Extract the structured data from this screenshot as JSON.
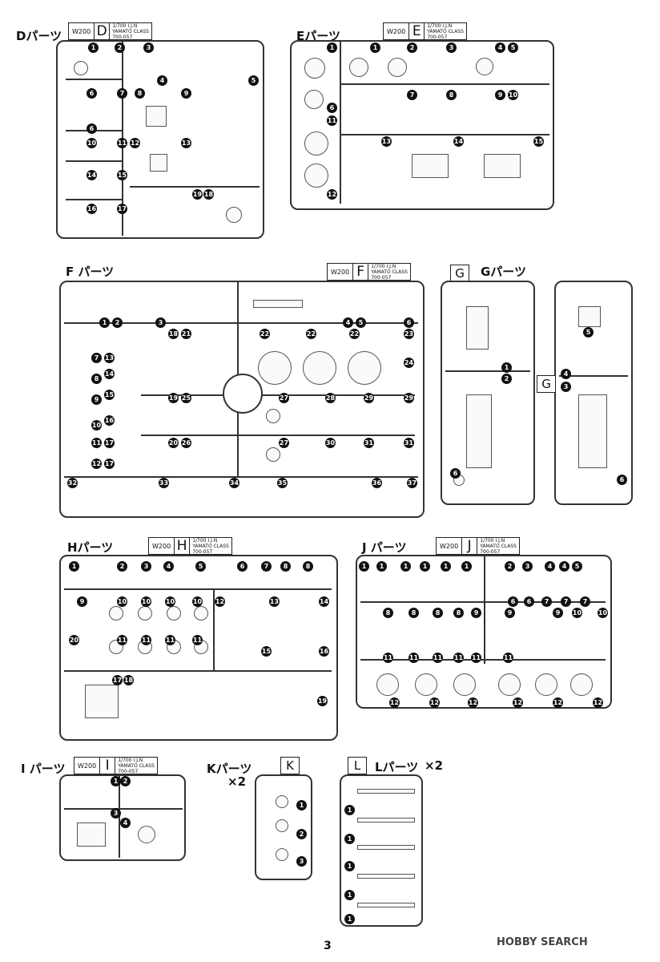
{
  "sections": {
    "d": {
      "title": "Dパーツ",
      "tag": {
        "w": "W200",
        "letter": "D",
        "text": "1/700 I.J.N\nYAMATO CLASS\n700-057"
      },
      "numbers": [
        "1",
        "2",
        "3",
        "4",
        "5",
        "6",
        "7",
        "8",
        "9",
        "6",
        "10",
        "11",
        "12",
        "13",
        "14",
        "15",
        "18",
        "19",
        "16",
        "17"
      ]
    },
    "e": {
      "title": "Eパーツ",
      "tag": {
        "w": "W200",
        "letter": "E",
        "text": "1/700 I.J.N\nYAMATO CLASS\n700-057"
      },
      "numbers": [
        "1",
        "1",
        "2",
        "3",
        "4",
        "5",
        "7",
        "8",
        "9",
        "10",
        "6",
        "11",
        "13",
        "14",
        "15",
        "12"
      ]
    },
    "f": {
      "title": "F パーツ",
      "tag": {
        "w": "W200",
        "letter": "F",
        "text": "1/700 I.J.N\nYAMATO CLASS\n700-057"
      },
      "numbers": [
        "1",
        "2",
        "3",
        "4",
        "5",
        "6",
        "18",
        "21",
        "22",
        "22",
        "22",
        "23",
        "7",
        "13",
        "24",
        "8",
        "14",
        "9",
        "15",
        "10",
        "16",
        "11",
        "17",
        "12",
        "17",
        "19",
        "25",
        "27",
        "28",
        "29",
        "29",
        "20",
        "26",
        "27",
        "30",
        "31",
        "31",
        "32",
        "33",
        "34",
        "35",
        "36",
        "37"
      ]
    },
    "g": {
      "title": "Gパーツ",
      "letter": "G",
      "numbers": [
        "1",
        "2",
        "6",
        "5",
        "4",
        "3",
        "6"
      ]
    },
    "h": {
      "title": "Hパーツ",
      "tag": {
        "w": "W200",
        "letter": "H",
        "text": "1/700 I.J.N\nYAMATO CLASS\n700-057"
      },
      "numbers": [
        "1",
        "2",
        "3",
        "4",
        "5",
        "6",
        "7",
        "8",
        "8",
        "9",
        "10",
        "10",
        "10",
        "10",
        "12",
        "13",
        "14",
        "20",
        "11",
        "11",
        "11",
        "11",
        "15",
        "16",
        "17",
        "18",
        "19"
      ]
    },
    "j": {
      "title": "J パーツ",
      "tag": {
        "w": "W200",
        "letter": "J",
        "text": "1/700 I.J.N\nYAMATO CLASS\n700-057"
      },
      "numbers": [
        "1",
        "1",
        "1",
        "1",
        "1",
        "1",
        "2",
        "3",
        "4",
        "4",
        "5",
        "6",
        "6",
        "7",
        "7",
        "7",
        "8",
        "8",
        "8",
        "8",
        "9",
        "9",
        "9",
        "10",
        "10",
        "11",
        "11",
        "11",
        "11",
        "11",
        "11",
        "12",
        "12",
        "12",
        "12",
        "12",
        "12"
      ]
    },
    "i": {
      "title": "I パーツ",
      "tag": {
        "w": "W200",
        "letter": "I",
        "text": "1/700 I.J.N\nYAMATO CLASS\n700-057"
      },
      "numbers": [
        "1",
        "2",
        "3",
        "4"
      ]
    },
    "k": {
      "title": "Kパーツ",
      "multiplier": "×2",
      "letter": "K",
      "numbers": [
        "1",
        "2",
        "3"
      ]
    },
    "l": {
      "title": "Lパーツ",
      "multiplier": "×2",
      "letter": "L",
      "numbers": [
        "1",
        "1",
        "1",
        "1",
        "1"
      ]
    }
  },
  "page_number": "3",
  "watermark": "HOBBY SEARCH"
}
